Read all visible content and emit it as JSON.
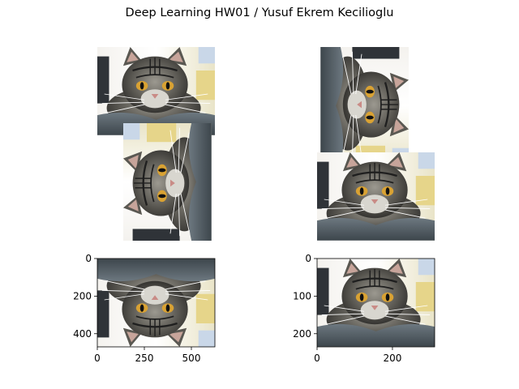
{
  "figure": {
    "title": "Deep Learning HW01 / Yusuf Ekrem Kecilioglu"
  },
  "chart_data": [
    {
      "type": "image",
      "panel": "top-left",
      "content": "cat photo, original orientation",
      "axes": "off"
    },
    {
      "type": "image",
      "panel": "top-right",
      "content": "cat photo, rotated 90° clockwise",
      "axes": "off"
    },
    {
      "type": "image",
      "panel": "middle-left",
      "content": "cat photo, rotated 90° counter-clockwise",
      "axes": "off"
    },
    {
      "type": "image",
      "panel": "middle-right",
      "content": "cat photo, original orientation",
      "axes": "off"
    },
    {
      "type": "image",
      "panel": "bottom-left",
      "content": "cat photo, flipped vertically",
      "axes": "on",
      "xlim": [
        0,
        625
      ],
      "ylim": [
        470,
        0
      ],
      "xticks": [
        0,
        250,
        500
      ],
      "xtick_labels": [
        "0",
        "250",
        "500"
      ],
      "yticks": [
        0,
        200,
        400
      ],
      "ytick_labels": [
        "0",
        "200",
        "400"
      ]
    },
    {
      "type": "image",
      "panel": "bottom-right",
      "content": "cat photo, downsampled",
      "axes": "on",
      "xlim": [
        0,
        312
      ],
      "ylim": [
        235,
        0
      ],
      "xticks": [
        0,
        200
      ],
      "xtick_labels": [
        "0",
        "200"
      ],
      "yticks": [
        0,
        100,
        200
      ],
      "ytick_labels": [
        "0",
        "100",
        "200"
      ]
    }
  ],
  "colors": {
    "background": "#ffffff",
    "fur_light": "#b9b7b0",
    "fur_dark": "#2d2d2d",
    "blanket": "#5f6a72",
    "eye": "#d9a233",
    "nose": "#c98b86",
    "bg_yellow": "#e6d58a",
    "bg_blue": "#c9d7e8"
  }
}
